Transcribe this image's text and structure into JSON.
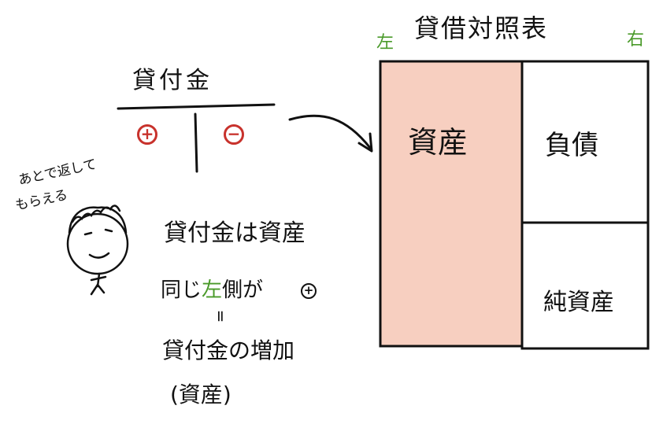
{
  "balance_sheet": {
    "title": "貸借対照表",
    "left_label": "左",
    "right_label": "右",
    "asset_label": "資産",
    "liability_label": "負債",
    "net_asset_label": "純資産",
    "asset_color": "#f7cfc0"
  },
  "t_account": {
    "title": "貸付金",
    "debit_sign": "+",
    "credit_sign": "−",
    "sign_color": "#c8322c"
  },
  "character_note": {
    "line1": "あとで返して",
    "line2": "もらえる"
  },
  "explanation": {
    "line1": "貸付金は資産",
    "line2_prefix": "同じ",
    "line2_highlight": "左",
    "line2_suffix": "側が",
    "line2_sign": "+",
    "equals": "=",
    "line3": "貸付金の増加",
    "line4": "(資産)",
    "highlight_color": "#4a9a2a"
  }
}
